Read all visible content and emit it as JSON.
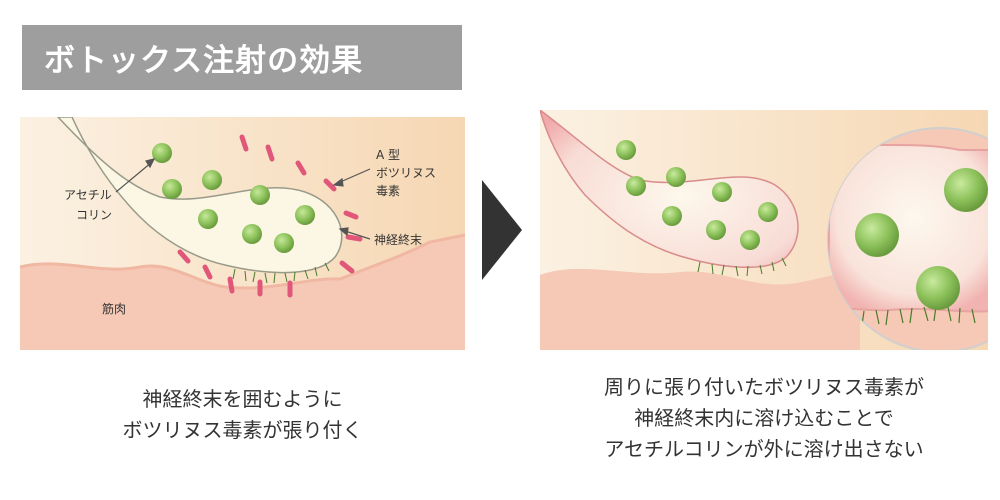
{
  "title": "ボトックス注射の効果",
  "left_panel": {
    "labels": {
      "acetylcholine_line1": "アセチル",
      "acetylcholine_line2": "コリン",
      "toxin_line1": "A 型",
      "toxin_line2": "ボツリヌス",
      "toxin_line3": "毒素",
      "nerve_ending": "神経終末",
      "muscle": "筋肉"
    },
    "caption": [
      "神経終末を囲むように",
      "ボツリヌス毒素が張り付く"
    ]
  },
  "right_panel": {
    "caption": [
      "周りに張り付いたボツリヌス毒素が",
      "神経終末内に溶け込むことで",
      "アセチルコリンが外に溶け出さない"
    ]
  },
  "colors": {
    "title_bg": "#9e9e9e",
    "background_peach": "#f7ddc0",
    "muscle_pink": "#f6c9b6",
    "nerve_cream": "#fbf7e4",
    "vesicle_green": "#8cc15a",
    "toxin_pink": "#e0577a",
    "arrow": "#333333"
  }
}
